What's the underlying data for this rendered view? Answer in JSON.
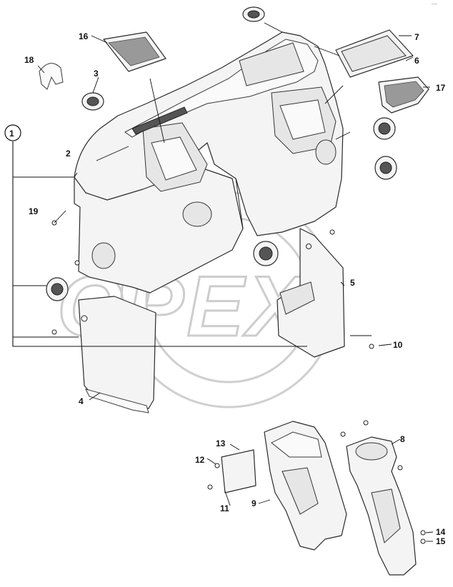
{
  "watermark": {
    "text": "OPEX"
  },
  "corner_mark": "—",
  "callouts": {
    "c1": "1",
    "c2": "2",
    "c3": "3",
    "c4": "4",
    "c5": "5",
    "c6": "6",
    "c7": "7",
    "c8": "8",
    "c9": "9",
    "c10": "10",
    "c11": "11",
    "c12": "12",
    "c13": "13",
    "c14": "14",
    "c15": "15",
    "c16": "16",
    "c17": "17",
    "c18": "18",
    "c19": "19"
  },
  "colors": {
    "line": "#2a2a2a",
    "fill": "#f4f4f4",
    "watermark": "#cdcdcd"
  }
}
